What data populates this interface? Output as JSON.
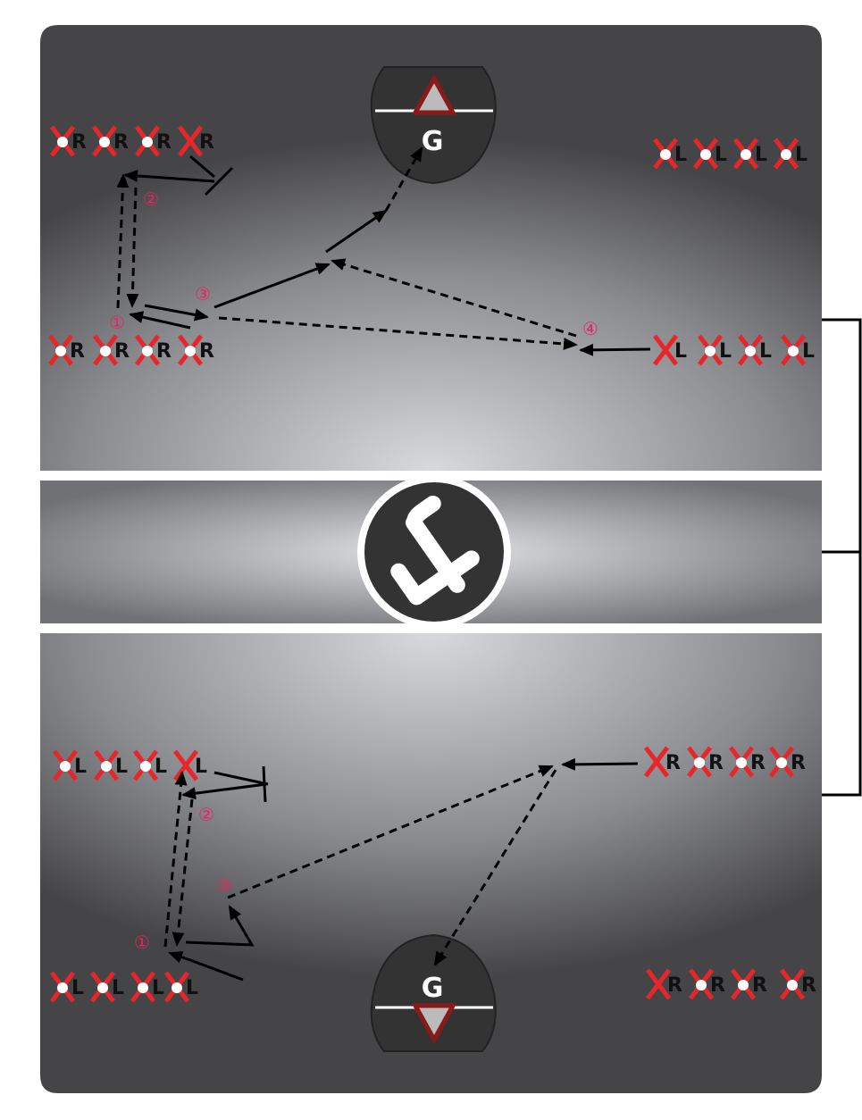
{
  "diagram": {
    "logo_text": "lf",
    "goals": [
      {
        "label": "G"
      },
      {
        "label": "G"
      }
    ],
    "steps_top": [
      "①",
      "②",
      "③",
      "④"
    ],
    "steps_bottom": [
      "①",
      "②",
      "③"
    ],
    "player_groups": [
      {
        "name": "top-left-upper",
        "letter": "R",
        "has_ball": [
          true,
          true,
          true,
          false
        ]
      },
      {
        "name": "top-right-upper",
        "letter": "L",
        "has_ball": [
          true,
          true,
          true,
          true
        ]
      },
      {
        "name": "top-left-lower",
        "letter": "R",
        "has_ball": [
          true,
          true,
          true,
          true
        ]
      },
      {
        "name": "top-right-lower",
        "letter": "L",
        "has_ball": [
          false,
          true,
          true,
          true
        ]
      },
      {
        "name": "bottom-left-upper",
        "letter": "L",
        "has_ball": [
          true,
          true,
          true,
          false
        ]
      },
      {
        "name": "bottom-right-upper",
        "letter": "R",
        "has_ball": [
          false,
          true,
          true,
          true
        ]
      },
      {
        "name": "bottom-left-lower",
        "letter": "L",
        "has_ball": [
          true,
          true,
          true,
          true
        ]
      },
      {
        "name": "bottom-right-lower",
        "letter": "R",
        "has_ball": [
          false,
          true,
          true,
          true
        ]
      }
    ],
    "colors": {
      "x_mark": "#e8262a",
      "step_number": "#e8245a",
      "goal_crease": "#8a1a1a",
      "goal_body": "#333333"
    }
  }
}
